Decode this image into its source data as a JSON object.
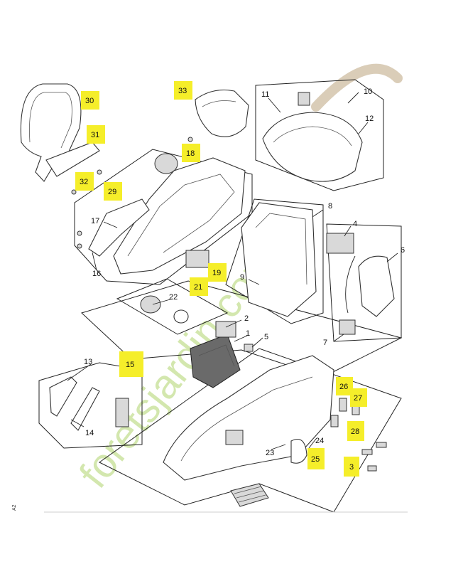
{
  "diagram": {
    "frame_labels": [
      "10",
      "11",
      "12",
      "8",
      "9",
      "4",
      "6",
      "7",
      "13",
      "14",
      "16",
      "17",
      "22",
      "2",
      "1",
      "5",
      "23",
      "24"
    ],
    "highlighted_labels": [
      "33",
      "30",
      "31",
      "32",
      "29",
      "18",
      "19",
      "21",
      "15",
      "26",
      "27",
      "28",
      "25",
      "3"
    ],
    "corner_mark": "A2",
    "highlight_color": "#f5ee2a"
  },
  "watermark": {
    "text": "foretsjardin.com",
    "color": "#c3de8f"
  }
}
